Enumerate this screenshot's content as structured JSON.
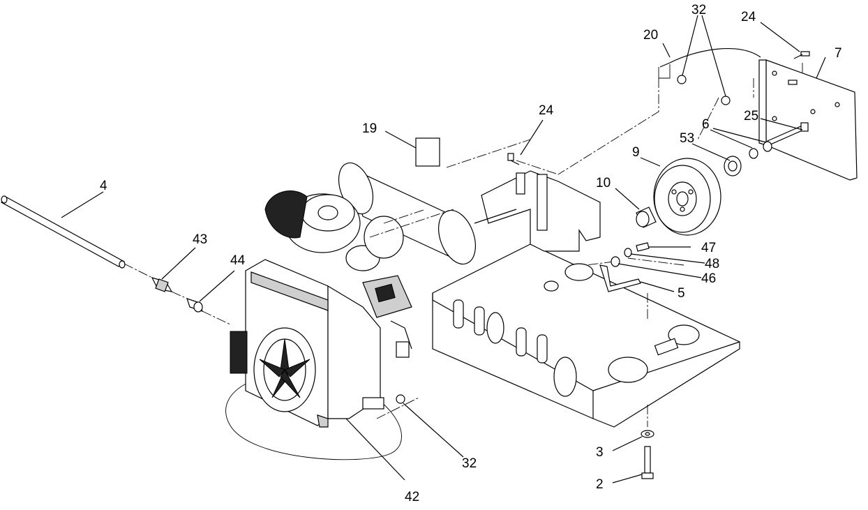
{
  "callouts": [
    {
      "label": "32"
    },
    {
      "label": "24"
    },
    {
      "label": "20"
    },
    {
      "label": "7"
    },
    {
      "label": "25"
    },
    {
      "label": "6"
    },
    {
      "label": "53"
    },
    {
      "label": "24"
    },
    {
      "label": "19"
    },
    {
      "label": "9"
    },
    {
      "label": "10"
    },
    {
      "label": "4"
    },
    {
      "label": "43"
    },
    {
      "label": "44"
    },
    {
      "label": "47"
    },
    {
      "label": "48"
    },
    {
      "label": "46"
    },
    {
      "label": "5"
    },
    {
      "label": "32"
    },
    {
      "label": "3"
    },
    {
      "label": "2"
    },
    {
      "label": "42"
    }
  ]
}
